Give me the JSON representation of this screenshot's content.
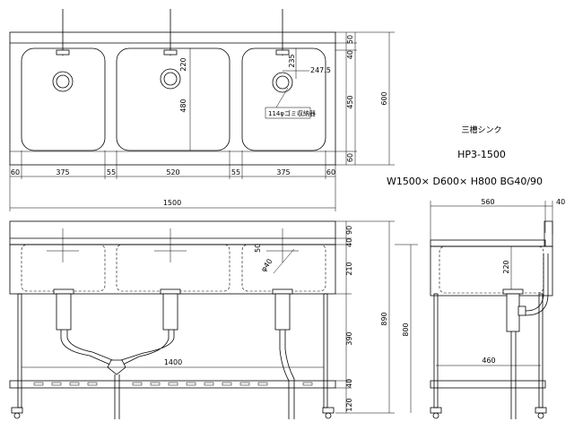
{
  "product": {
    "name": "三槽シンク",
    "model": "HP3-1500",
    "spec": "W1500× D600× H800  BG40/90"
  },
  "top_view": {
    "widths": [
      "60",
      "375",
      "55",
      "520",
      "55",
      "375",
      "60"
    ],
    "overall_width": "1500",
    "depth": "600",
    "depth_parts": [
      "50",
      "40",
      "450",
      "60"
    ],
    "drain_offsets": [
      "220",
      "235",
      "247.5"
    ],
    "basin_depth": "480",
    "callout": "114φゴミ収納器"
  },
  "front_view": {
    "heights": [
      "40",
      "90",
      "210",
      "390",
      "40",
      "120"
    ],
    "overall_height": "890",
    "work_height": "800",
    "pipe_size": "φ40",
    "pipe_size_b": "50",
    "shelf_width": "1400"
  },
  "side_view": {
    "depth": "560",
    "backguard": "40",
    "basin_depth": "220",
    "shelf_depth": "460"
  }
}
